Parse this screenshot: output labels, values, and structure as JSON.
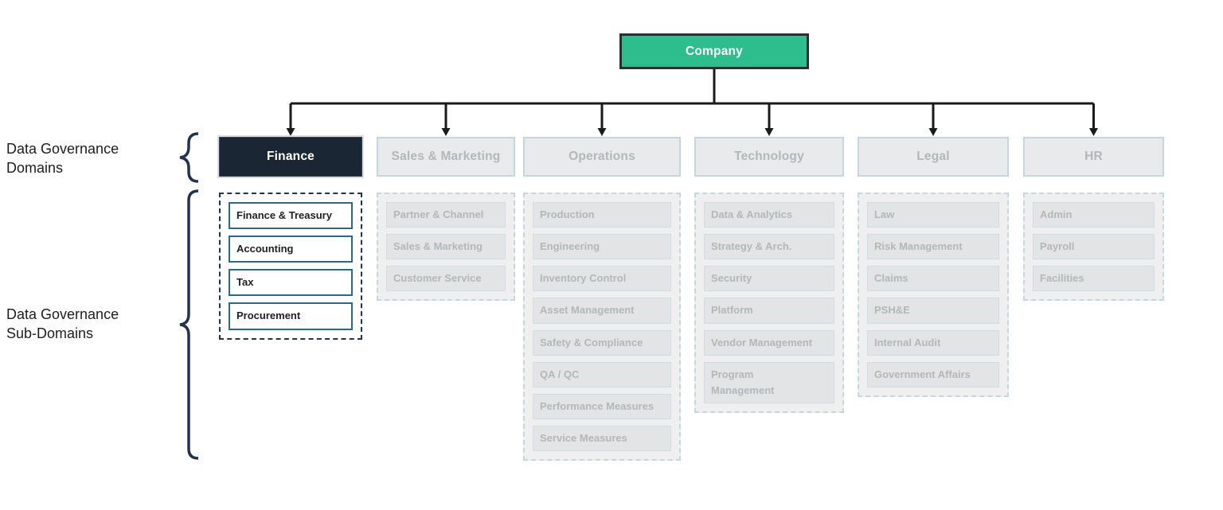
{
  "title_box": {
    "label": "Company"
  },
  "left_annotations": [
    {
      "label": "Data Governance\nDomains"
    },
    {
      "label": "Data Governance\nSub-Domains"
    }
  ],
  "columns": [
    {
      "domain": "Finance",
      "state": "active",
      "subdomains": [
        "Finance & Treasury",
        "Accounting",
        "Tax",
        "Procurement"
      ]
    },
    {
      "domain": "Sales & Marketing",
      "state": "inactive",
      "subdomains": [
        "Partner & Channel",
        "Sales & Marketing",
        "Customer Service"
      ]
    },
    {
      "domain": "Operations",
      "state": "inactive",
      "subdomains": [
        "Production",
        "Engineering",
        "Inventory Control",
        "Asset Management",
        "Safety & Compliance",
        "QA / QC",
        "Performance Measures",
        "Service Measures"
      ]
    },
    {
      "domain": "Technology",
      "state": "inactive",
      "subdomains": [
        "Data & Analytics",
        "Strategy & Arch.",
        "Security",
        "Platform",
        "Vendor Management",
        "Program\nManagement"
      ]
    },
    {
      "domain": "Legal",
      "state": "inactive",
      "subdomains": [
        "Law",
        "Risk Management",
        "Claims",
        "PSH&E",
        "Internal Audit",
        "Government Affairs"
      ]
    },
    {
      "domain": "HR",
      "state": "inactive",
      "subdomains": [
        "Admin",
        "Payroll",
        "Facilities"
      ]
    }
  ],
  "colors": {
    "company_fill": "#2ebd8c",
    "company_border": "#2b2f33",
    "active_domain_fill": "#1b2634",
    "active_domain_text": "#ffffff",
    "inactive_domain_fill": "#e9eaeb",
    "inactive_border": "#c5d7de",
    "inactive_text": "#b3b7b9",
    "active_sub_border": "#2e6787",
    "active_sub_text": "#212121",
    "container_fill": "#efefef",
    "sub_fill": "#e3e4e5",
    "connector": "#1b1b1b",
    "brace": "#22344d",
    "annotation_text": "#1d1d1d"
  }
}
